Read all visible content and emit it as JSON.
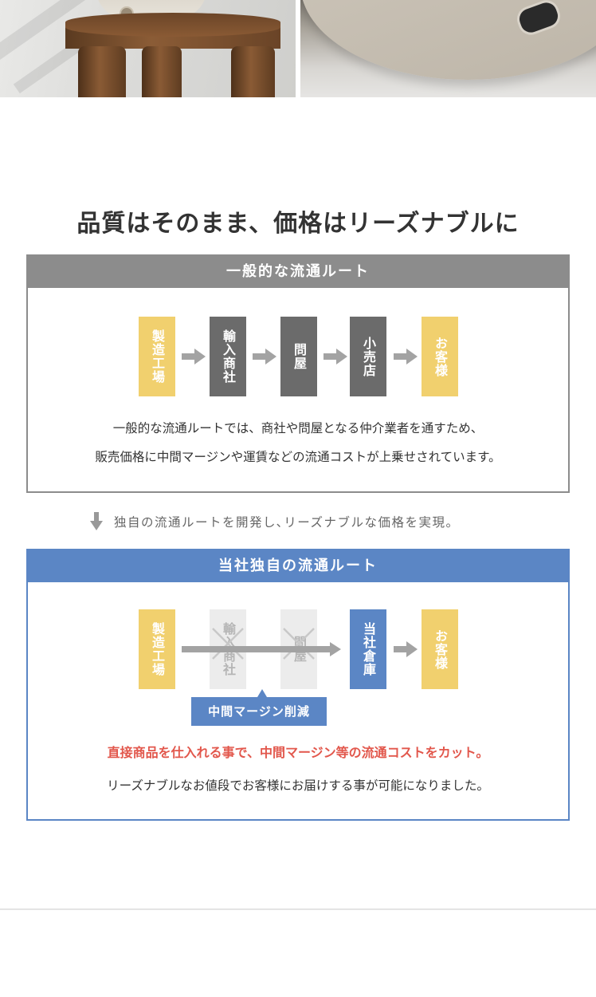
{
  "heading": "品質はそのまま、価格はリーズナブルに",
  "general_route": {
    "title": "一般的な流通ルート",
    "steps": [
      "製造工場",
      "輸入商社",
      "問屋",
      "小売店",
      "お客様"
    ],
    "description_line1": "一般的な流通ルートでは、商社や問屋となる仲介業者を通すため、",
    "description_line2": "販売価格に中間マージンや運賃などの流通コストが上乗せされています。"
  },
  "transition_note": "独自の流通ルートを開発し､リーズナブルな価格を実現。",
  "own_route": {
    "title": "当社独自の流通ルート",
    "steps": [
      "製造工場",
      "輸入商社",
      "問屋",
      "当社倉庫",
      "お客様"
    ],
    "badge": "中間マージン削減",
    "highlight": "直接商品を仕入れる事で、中間マージン等の流通コストをカット。",
    "description": "リーズナブルなお値段でお客様にお届けする事が可能になりました。"
  },
  "colors": {
    "yellow": "#f1d06e",
    "gray": "#8c8c8c",
    "dark_gray": "#6b6b6b",
    "blue": "#5b86c5",
    "red": "#e2574c"
  }
}
